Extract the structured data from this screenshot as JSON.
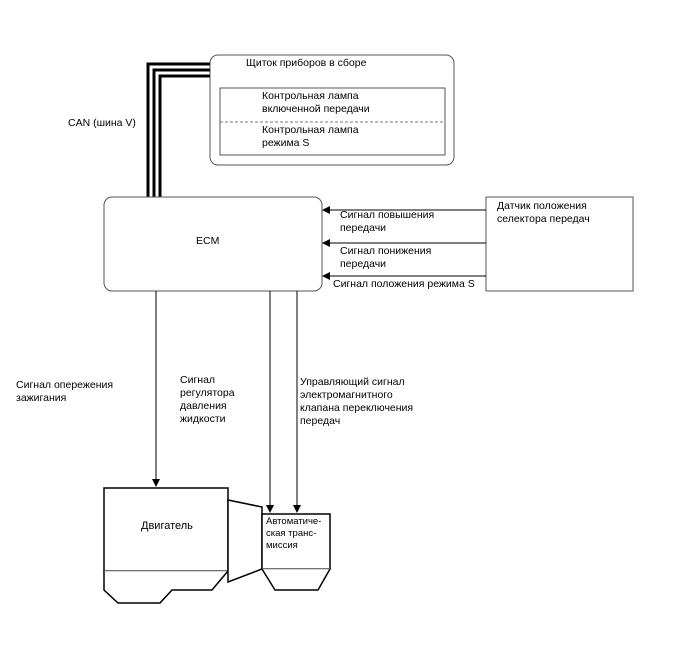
{
  "cluster": {
    "title": "Щиток приборов в сборе",
    "gear_lamp": "Контрольная лампа\nвключенной передачи",
    "s_mode_lamp": "Контрольная лампа\nрежима S"
  },
  "can_bus_label": "CAN (шина V)",
  "ecm_label": "ECM",
  "selector_sensor": "Датчик положения\nселектора передач",
  "signals_in": {
    "upshift": "Сигнал повышения\nпередачи",
    "downshift": "Сигнал понижения\nпередачи",
    "s_mode": "Сигнал положения режима S"
  },
  "signals_out": {
    "ignition": "Сигнал опережения\nзажигания",
    "pressure": "Сигнал\nрегулятора\nдавления\nжидкости",
    "solenoid": "Управляющий сигнал\nэлектромагнитного\nклапана переключения\nпередач"
  },
  "engine_label": "Двигатель",
  "transmission_label": "Автоматиче-\nская транс-\nмиссия"
}
